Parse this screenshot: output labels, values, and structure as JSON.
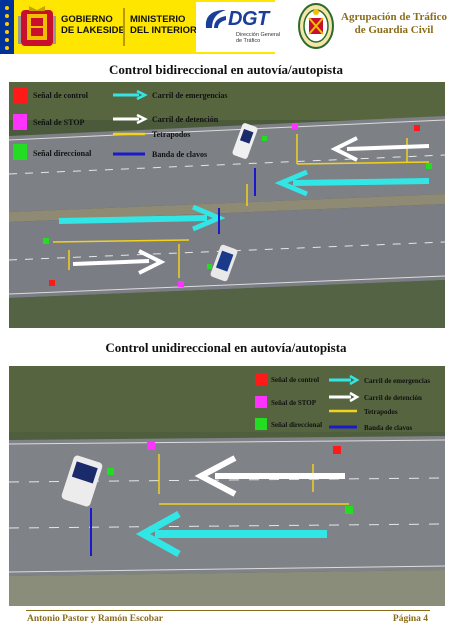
{
  "header": {
    "gov_line1": "GOBIERNO",
    "gov_line2": "DE LAKESIDE",
    "min_line1": "MINISTERIO",
    "min_line2": "DEL INTERIOR",
    "dgt_brand": "DGT",
    "dgt_sub1": "Dirección General",
    "dgt_sub2": "de Tráfico",
    "agr_line1": "Agrupación de Tráfico",
    "agr_line2": "de Guardia Civil"
  },
  "section1": {
    "title": "Control bidireccional en autovía/autopista",
    "legend": {
      "control": "Señal de control",
      "stop": "Señal de STOP",
      "direccional": "Señal direccional",
      "emergencias": "Carril de emergencias",
      "detencion": "Carril de detención",
      "tetrapodos": "Tetrapodos",
      "clavos": "Banda de clavos"
    }
  },
  "section2": {
    "title": "Control unidireccional en autovía/autopista",
    "legend": {
      "control": "Señal de control",
      "stop": "Señal de STOP",
      "direccional": "Señal direccional",
      "emergencias": "Carril de emergencias",
      "detencion": "Carril de detención",
      "tetrapodos": "Tetrapodos",
      "clavos": "Banda de clavos"
    }
  },
  "footer": {
    "authors": "Antonio Pastor y Ramón Escobar",
    "page": "Página 4"
  },
  "colors": {
    "control": "#ff1a1a",
    "stop": "#ff33ff",
    "direccional": "#22dd22",
    "emergencias": "#33e6e6",
    "detencion": "#ffffff",
    "tetrapodos": "#f2d21b",
    "clavos": "#1a1acc",
    "accent": "#8a6d1a"
  }
}
